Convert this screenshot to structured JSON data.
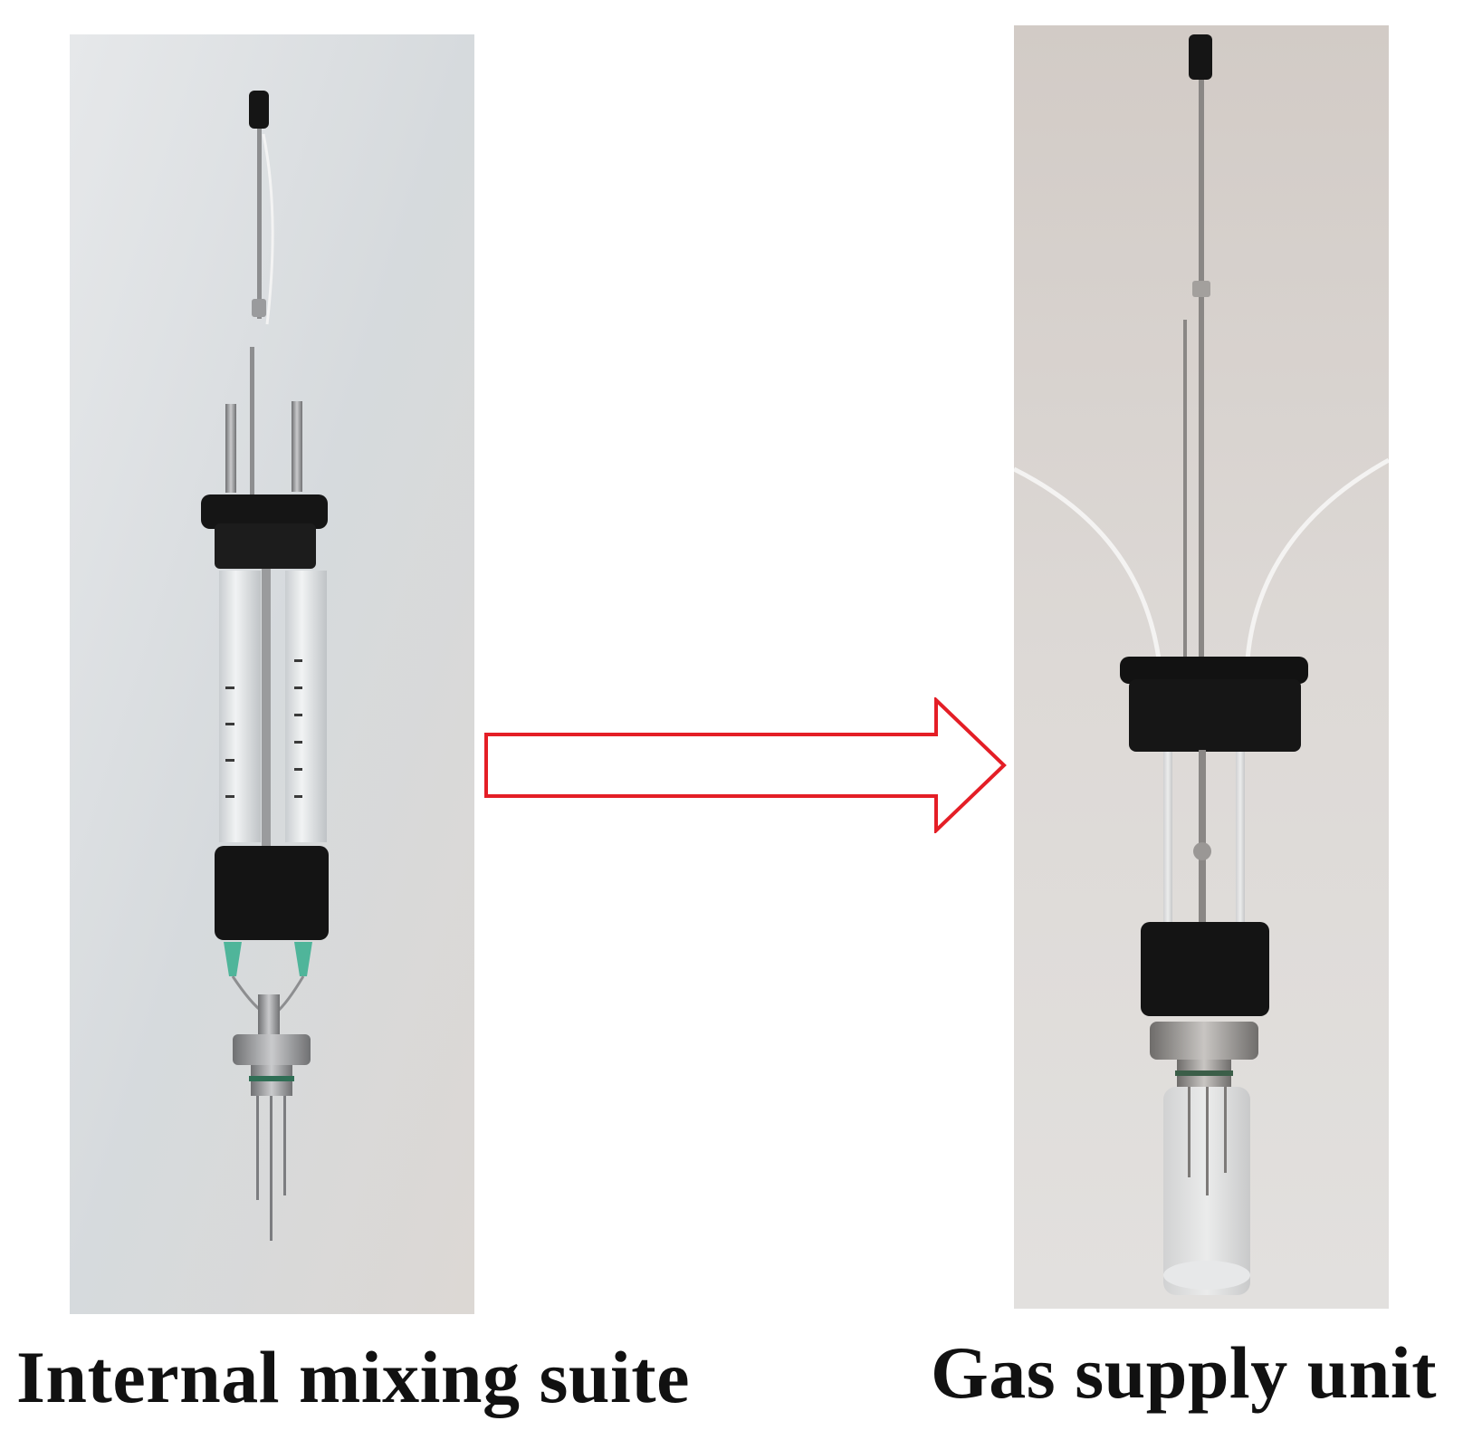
{
  "figure": {
    "left_panel": {
      "caption": "Internal mixing suite",
      "photo": "internal-mixing-suite-photo"
    },
    "right_panel": {
      "caption": "Gas supply unit",
      "photo": "gas-supply-unit-photo"
    },
    "connector": {
      "icon": "arrow-right-icon",
      "color": "#e41e26"
    },
    "colors": {
      "left_background": "#dfe2e4",
      "right_background": "#d9d4d0",
      "device_black": "#151515",
      "metal": "#8d8e90"
    }
  }
}
